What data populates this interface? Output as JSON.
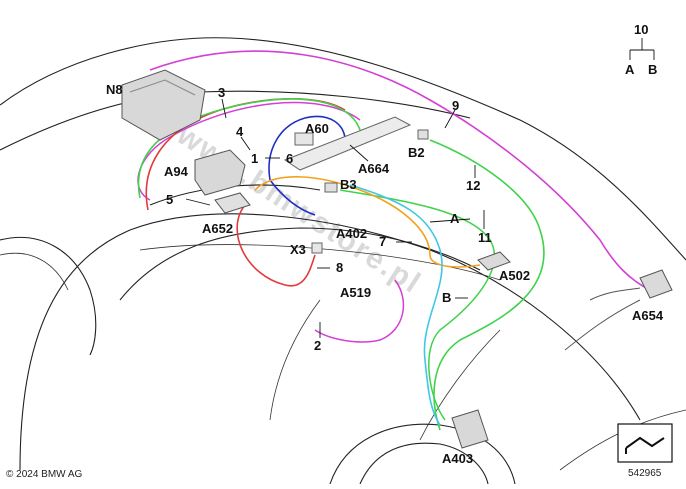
{
  "copyright": "© 2024 BMW AG",
  "watermark": "www.bmwstore.pl",
  "diagram_number": "542965",
  "legend": {
    "top": "10",
    "left": "A",
    "right": "B"
  },
  "callouts": {
    "n8": "N8",
    "c3": "3",
    "c4": "4",
    "c1": "1",
    "c6": "6",
    "a60": "A60",
    "a94": "A94",
    "c5": "5",
    "a652": "A652",
    "a664": "A664",
    "b2": "B2",
    "b3": "B3",
    "c9": "9",
    "c12": "12",
    "ca": "A",
    "c11": "11",
    "c7": "7",
    "a402": "A402",
    "x3": "X3",
    "c8": "8",
    "a519": "A519",
    "cb": "B",
    "a502": "A502",
    "a654": "A654",
    "c2": "2",
    "a403": "A403"
  },
  "wire_colors": {
    "magenta": "#d43fd4",
    "red": "#e23b3b",
    "green": "#3fd24a",
    "blue": "#1f2fc4",
    "orange": "#f2a21c",
    "cyan": "#3fc7e6"
  }
}
